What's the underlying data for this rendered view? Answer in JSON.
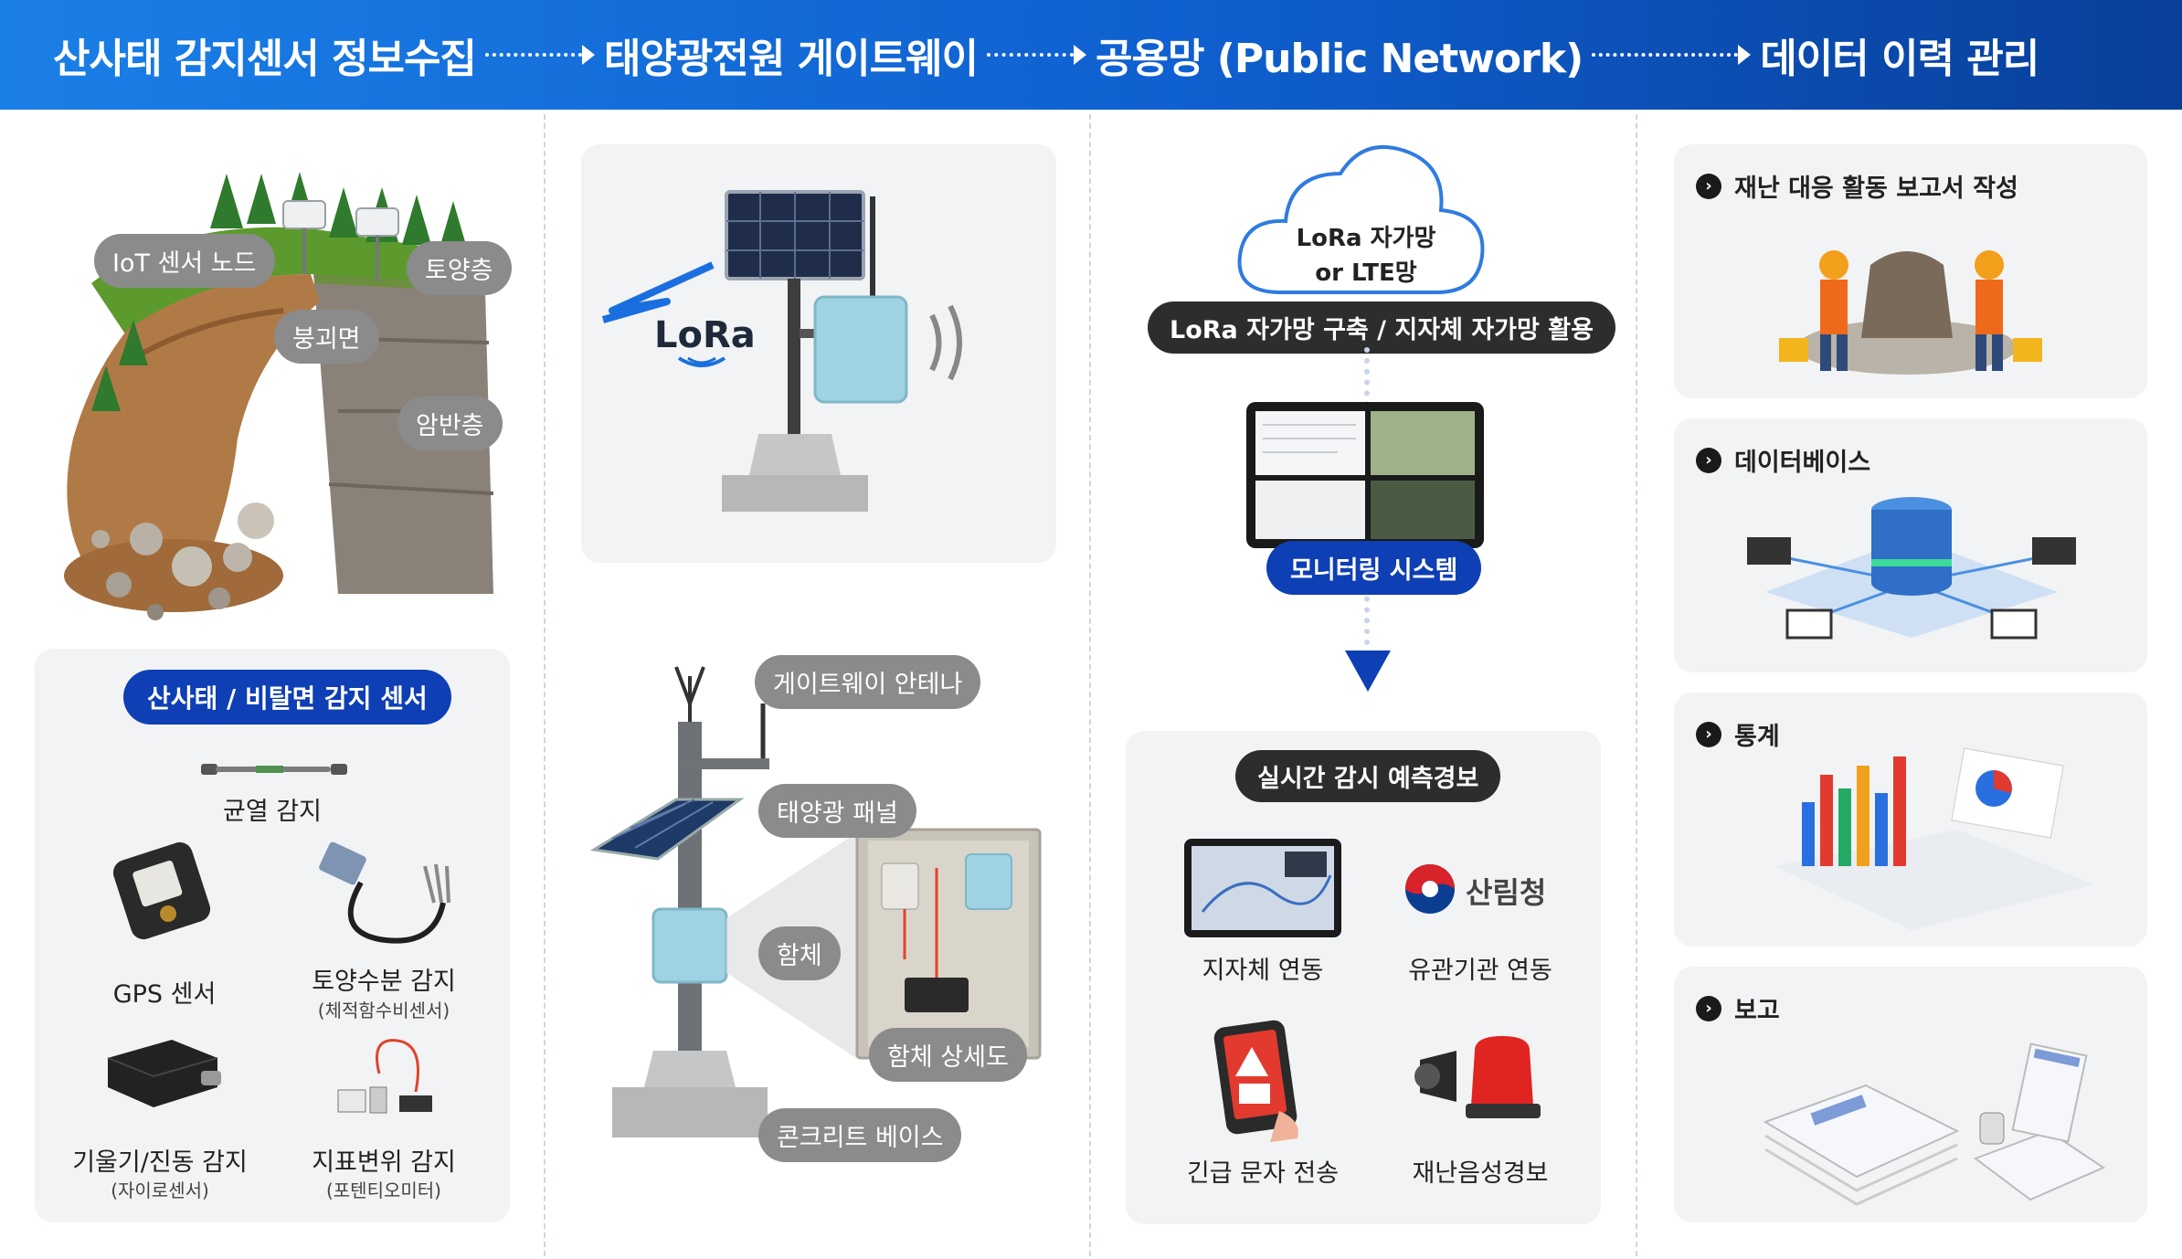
{
  "header": {
    "steps": [
      "산사태 감지센서 정보수집",
      "태양광전원 게이트웨이",
      "공용망 (Public Network)",
      "데이터 이력 관리"
    ]
  },
  "col1": {
    "slope_labels": {
      "iot_node": "IoT 센서 노드",
      "soil_layer": "토양층",
      "failure_surface": "붕괴면",
      "bedrock": "암반층"
    },
    "sensor_panel": {
      "title": "산사태 / 비탈면 감지 센서",
      "crack": "균열 감지",
      "gps": "GPS 센서",
      "soil_moisture": "토양수분 감지",
      "soil_moisture_sub": "(체적함수비센서)",
      "tilt": "기울기/진동 감지",
      "tilt_sub": "(자이로센서)",
      "displacement": "지표변위 감지",
      "displacement_sub": "(포텐티오미터)"
    }
  },
  "col2": {
    "lora_logo": "LoRa",
    "labels": {
      "antenna": "게이트웨이 안테나",
      "solar_panel": "태양광 패널",
      "enclosure": "함체",
      "enclosure_detail": "함체 상세도",
      "concrete_base": "콘크리트 베이스"
    }
  },
  "col3": {
    "cloud_line1": "LoRa 자가망",
    "cloud_line2": "or LTE망",
    "network_pill": "LoRa 자가망 구축 / 지자체 자가망 활용",
    "monitoring": "모니터링 시스템",
    "alert_panel": {
      "title": "실시간 감시 예측경보",
      "local_gov": "지자체 연동",
      "forest_service_logo": "산림청",
      "agency": "유관기관 연동",
      "sms": "긴급 문자 전송",
      "siren": "재난음성경보"
    }
  },
  "col4": {
    "cards": [
      "재난 대응 활동 보고서 작성",
      "데이터베이스",
      "통계",
      "보고"
    ]
  },
  "colors": {
    "header_start": "#1a7fe6",
    "header_end": "#083f9a",
    "accent_blue": "#0e3fb4",
    "panel_bg": "#f2f3f5",
    "pill_gray": "#8b8b8b"
  }
}
